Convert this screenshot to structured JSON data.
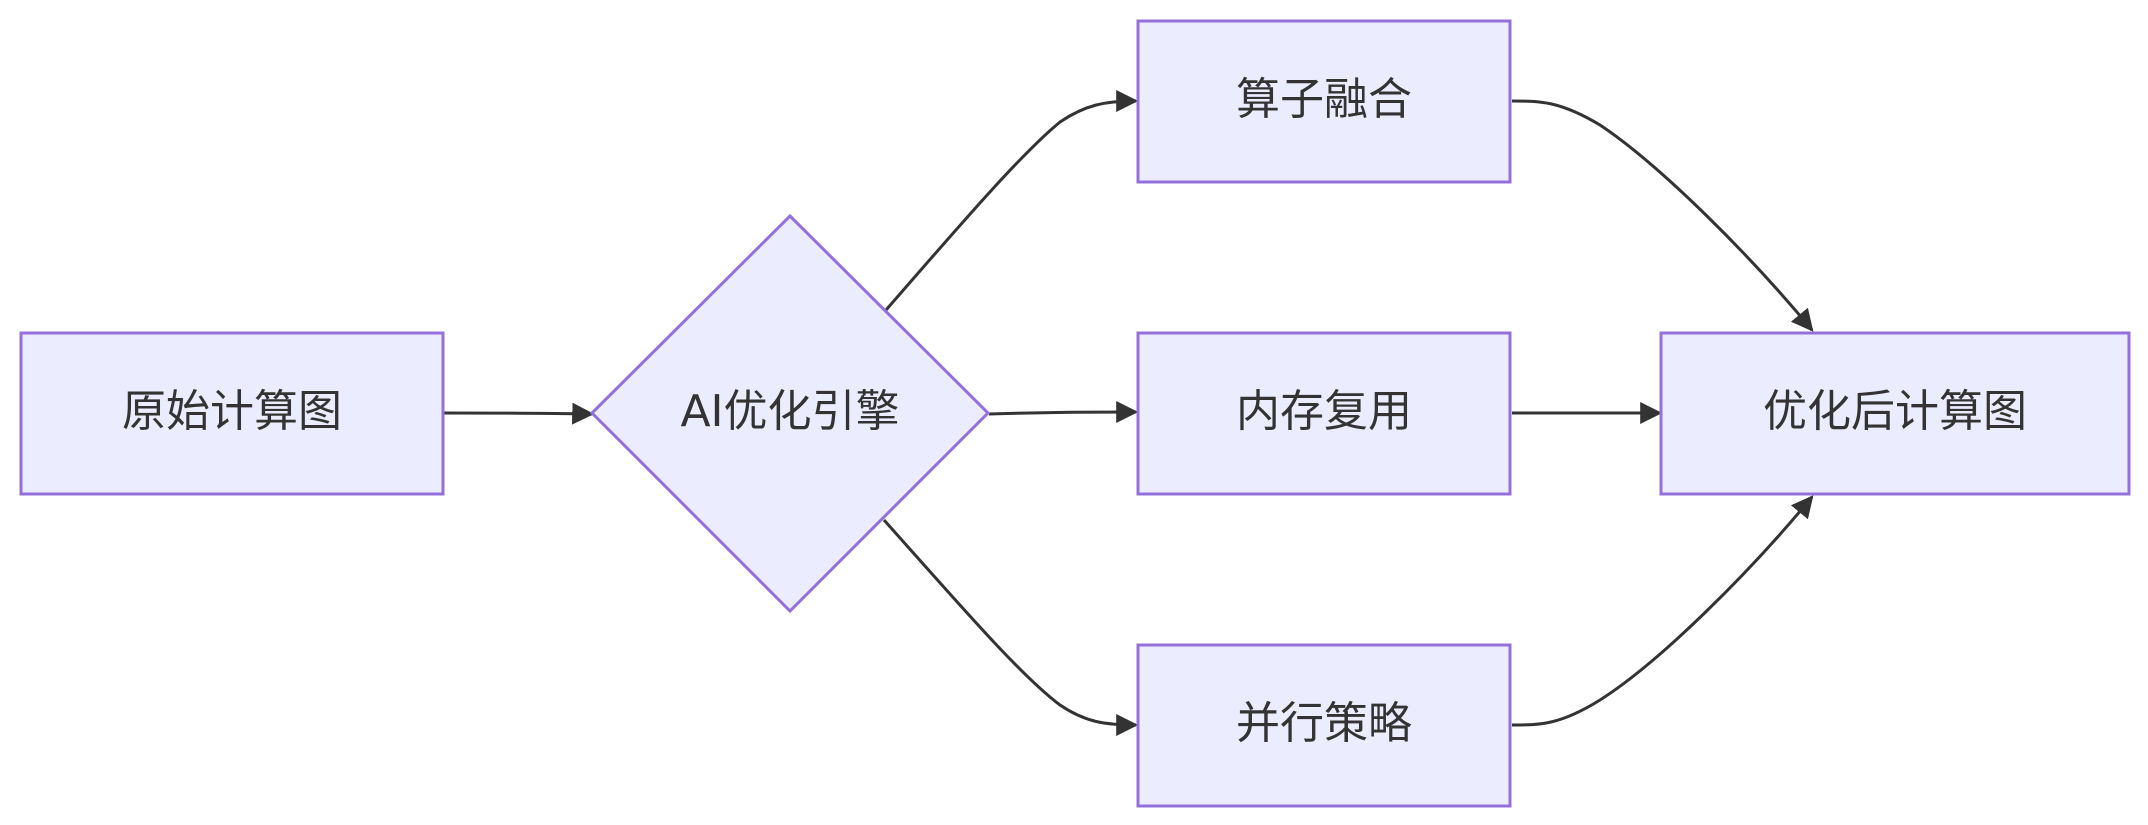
{
  "diagram": {
    "nodes": {
      "source": {
        "label": "原始计算图"
      },
      "engine": {
        "label": "AI优化引擎"
      },
      "fusion": {
        "label": "算子融合"
      },
      "memory": {
        "label": "内存复用"
      },
      "parallel": {
        "label": "并行策略"
      },
      "result": {
        "label": "优化后计算图"
      }
    },
    "edges": [
      {
        "from": "source",
        "to": "engine"
      },
      {
        "from": "engine",
        "to": "fusion"
      },
      {
        "from": "engine",
        "to": "memory"
      },
      {
        "from": "engine",
        "to": "parallel"
      },
      {
        "from": "fusion",
        "to": "result"
      },
      {
        "from": "memory",
        "to": "result"
      },
      {
        "from": "parallel",
        "to": "result"
      }
    ],
    "colors": {
      "node_fill": "#ececff",
      "node_stroke": "#9370db",
      "edge": "#333333",
      "text": "#333333"
    }
  }
}
